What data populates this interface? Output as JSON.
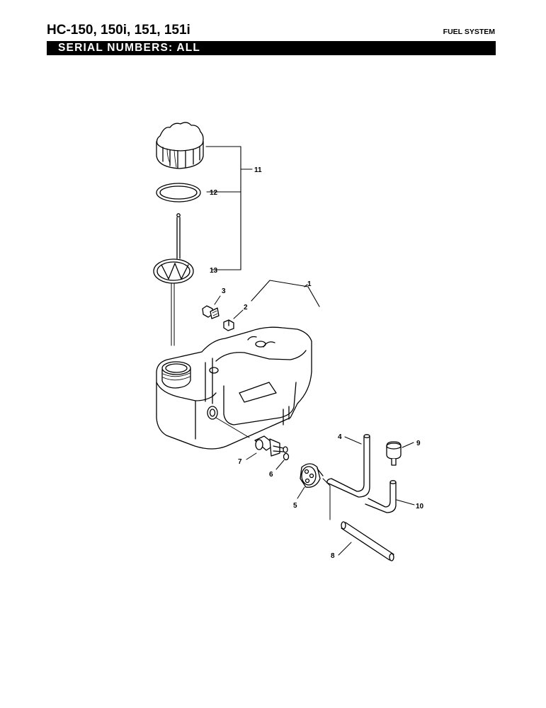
{
  "header": {
    "title": "HC-150, 150i, 151, 151i",
    "section": "FUEL SYSTEM",
    "serial_bar": "SERIAL NUMBERS: ALL"
  },
  "diagram": {
    "callouts": [
      {
        "id": "1",
        "label": "1"
      },
      {
        "id": "2",
        "label": "2"
      },
      {
        "id": "3",
        "label": "3"
      },
      {
        "id": "4",
        "label": "4"
      },
      {
        "id": "5",
        "label": "5"
      },
      {
        "id": "6",
        "label": "6"
      },
      {
        "id": "7",
        "label": "7"
      },
      {
        "id": "8",
        "label": "8"
      },
      {
        "id": "9",
        "label": "9"
      },
      {
        "id": "10",
        "label": "10"
      },
      {
        "id": "11",
        "label": "11"
      },
      {
        "id": "12",
        "label": "12"
      },
      {
        "id": "13",
        "label": "13"
      }
    ]
  },
  "colors": {
    "ink": "#000000",
    "paper": "#ffffff",
    "header_bar": "#000000"
  }
}
